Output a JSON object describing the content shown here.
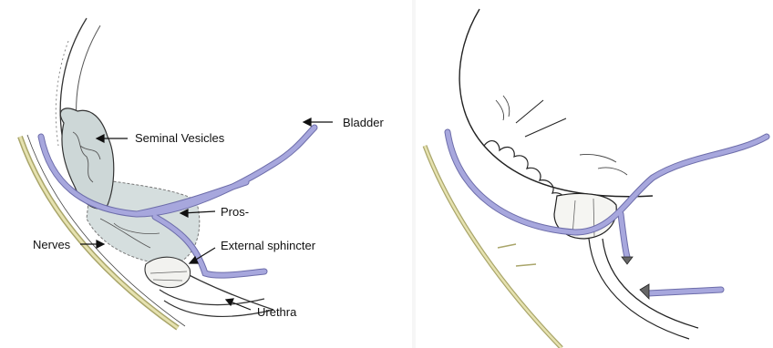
{
  "left_panel": {
    "labels": {
      "bladder": "Bladder",
      "seminal_vesicles": "Seminal Vesicles",
      "prostate": "Pros-",
      "nerves": "Nerves",
      "external_sphincter": "External sphincter",
      "urethra": "Urethra"
    }
  },
  "colors": {
    "vessel": "#9b9bd3",
    "vessel_stroke": "#6d6daa",
    "nerve": "#d9d49a",
    "gland": "#d3dcdc",
    "outline": "#222222"
  }
}
